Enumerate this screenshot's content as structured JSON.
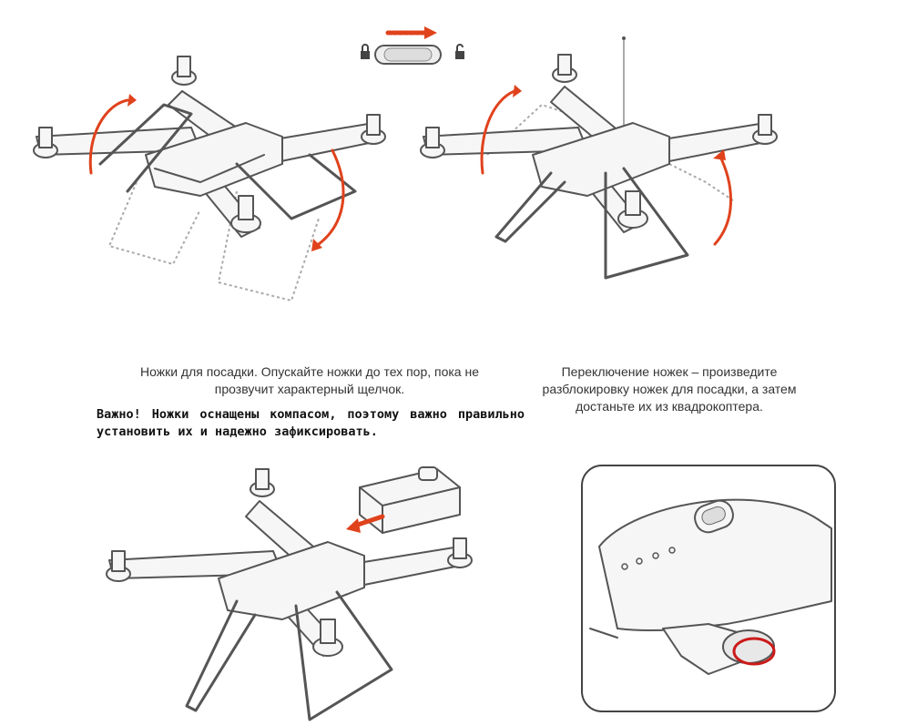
{
  "captions": {
    "landing_legs": "Ножки для посадки. Опускайте ножки до тех пор, пока не прозвучит характерный щелчок.",
    "warning": "Важно! Ножки оснащены компасом, поэтому важно правильно установить их и надежно зафиксировать.",
    "leg_switch": "Переключение ножек – произведите разблокировку ножек для посадки, а затем достаньте их из квадрокоптера."
  },
  "colors": {
    "accent": "#e0421c",
    "line": "#555555",
    "highlight_ring": "#cc1a1a"
  },
  "icons": {
    "lock_closed": "lock-closed-icon",
    "lock_open": "lock-open-icon"
  }
}
